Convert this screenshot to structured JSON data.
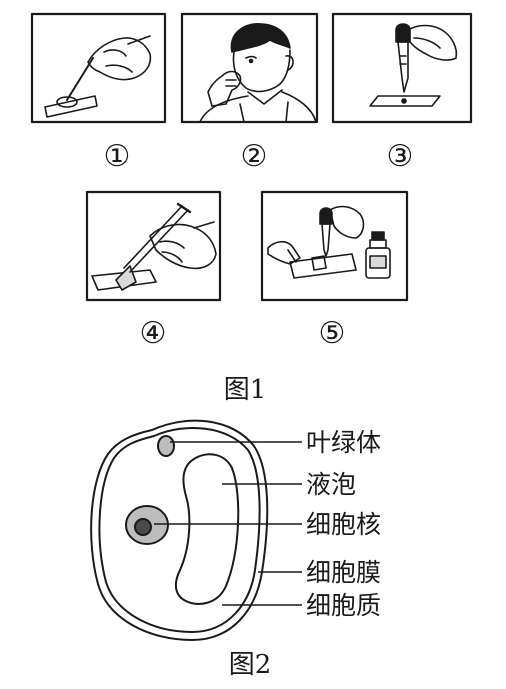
{
  "figure1": {
    "caption": "图1",
    "steps": [
      {
        "number": "①",
        "icon": "dropper-on-slide-icon"
      },
      {
        "number": "②",
        "icon": "boy-rinsing-mouth-icon"
      },
      {
        "number": "③",
        "icon": "dropper-drop-on-slide-icon"
      },
      {
        "number": "④",
        "icon": "tweezers-placing-coverslip-icon"
      },
      {
        "number": "⑤",
        "icon": "staining-with-dropper-icon"
      }
    ]
  },
  "figure2": {
    "caption": "图2",
    "labels": {
      "chloroplast": "叶绿体",
      "vacuole": "液泡",
      "nucleus": "细胞核",
      "membrane": "细胞膜",
      "cytoplasm": "细胞质"
    }
  },
  "colors": {
    "ink": "#1a1a1a",
    "fill_gray": "#bdbdbd",
    "fill_dark": "#4a4a4a"
  }
}
